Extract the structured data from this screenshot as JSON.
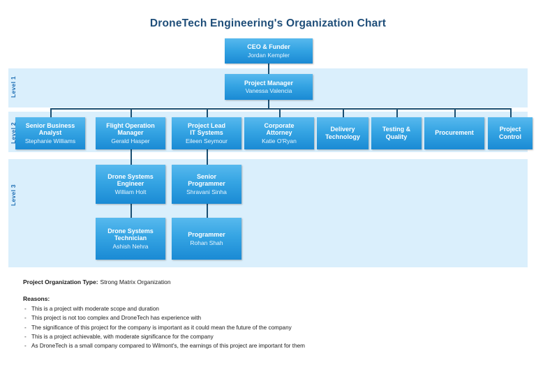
{
  "title": "DroneTech Engineering's Organization Chart",
  "colors": {
    "title": "#1f4e79",
    "band": "#daeffc",
    "box_top": "#57b9ee",
    "box_bottom": "#1a8ad4",
    "connector": "#1b4f72",
    "label": "#1f6fb4"
  },
  "levels": [
    {
      "label": "Level 1"
    },
    {
      "label": "Level 2"
    },
    {
      "label": "Level 3"
    }
  ],
  "nodes": {
    "ceo": {
      "title": "CEO & Funder",
      "name": "Jordan Kempler"
    },
    "project_manager": {
      "title": "Project Manager",
      "name": "Vanessa Valencia"
    },
    "level2": [
      {
        "title": "Senior Business\nAnalyst",
        "name": "Stephanie Williams"
      },
      {
        "title": "Flight Operation\nManager",
        "name": "Gerald Hasper"
      },
      {
        "title": "Project Lead\nIT Systems",
        "name": "Eileen Seymour"
      },
      {
        "title": "Corporate\nAttorney",
        "name": "Katie O'Ryan"
      },
      {
        "title": "Delivery\nTechnology",
        "name": ""
      },
      {
        "title": "Testing &\nQuality",
        "name": ""
      },
      {
        "title": "Procurement",
        "name": ""
      },
      {
        "title": "Project\nControl",
        "name": ""
      }
    ],
    "level3": [
      {
        "title": "Drone Systems\nEngineer",
        "name": "William Holt"
      },
      {
        "title": "Senior\nProgrammer",
        "name": "Shravani Sinha"
      },
      {
        "title": "Drone Systems\nTechnician",
        "name": "Ashish Nehra"
      },
      {
        "title": "Programmer",
        "name": "Rohan Shah"
      }
    ]
  },
  "footer": {
    "org_type_label": "Project Organization Type:",
    "org_type_value": "Strong Matrix Organization",
    "reasons_heading": "Reasons:",
    "reasons": [
      "This is a project with moderate scope and duration",
      "This project is not too complex and DroneTech has experience with",
      "The significance of this project for the company is important as it could mean the future of the company",
      "This is a project achievable, with moderate significance for the company",
      "As DroneTech is a small company compared to Wilmont's, the earnings of this project are important for them"
    ]
  }
}
